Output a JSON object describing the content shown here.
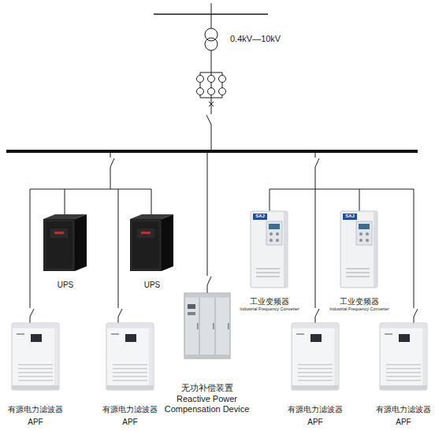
{
  "diagram": {
    "nodes": [
      {
        "text": [
          "UPS"
        ]
      },
      {
        "text": [
          "UPS"
        ]
      },
      {
        "text": [
          "工业变频器",
          "Industrial Frequency Converter"
        ]
      },
      {
        "text": [
          "工业变频器",
          "Industrial Frequency Converter"
        ]
      },
      {
        "text": [
          "无功补偿装置",
          "Reactive Power Compensation Device"
        ]
      },
      {
        "text": [
          "有源电力滤波器",
          "APF"
        ]
      },
      {
        "text": [
          "有源电力滤波器",
          "APF"
        ]
      },
      {
        "text": [
          "有源电力滤波器",
          "APF"
        ]
      },
      {
        "text": [
          "有源电力滤波器",
          "APF"
        ]
      }
    ],
    "labels": [
      "0.4kV—10kV",
      "SAJ",
      "SAJ"
    ]
  }
}
